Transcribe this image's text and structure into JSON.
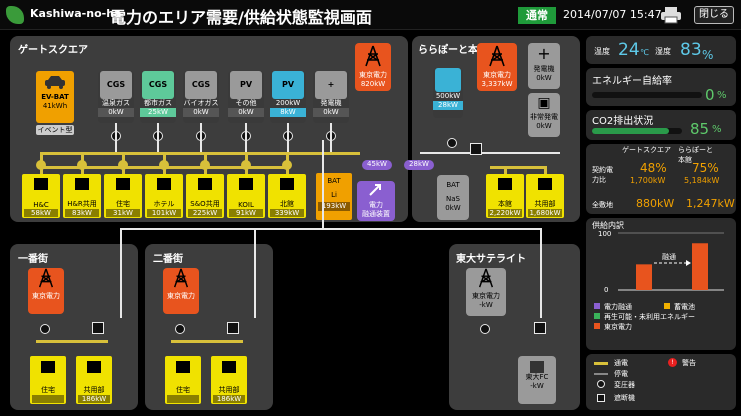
{
  "header": {
    "brand": "Kashiwa-no-ha",
    "title": "電力のエリア需要/供給状態監視画面",
    "status": "通常",
    "datetime": "2014/07/07 15:47",
    "close_label": "閉じる"
  },
  "gate_square": {
    "title": "ゲートスクエア",
    "ev_bat": {
      "label": "EV-BAT",
      "value": "41kWh",
      "event": "イベント型"
    },
    "sources": [
      {
        "label": "温泉ガス",
        "value": "0kW",
        "color": "#9a9a9a",
        "tag": "CGS"
      },
      {
        "label": "都市ガス",
        "value": "25kW",
        "color": "#5ec99a",
        "tag": "CGS"
      },
      {
        "label": "バイオガス",
        "value": "0kW",
        "color": "#9a9a9a",
        "tag": "CGS"
      },
      {
        "label": "その他",
        "value": "0kW",
        "color": "#9a9a9a",
        "tag": "PV"
      },
      {
        "label": "200kW",
        "value": "8kW",
        "color": "#3ab2d6",
        "tag": "PV"
      },
      {
        "label": "発電機",
        "value": "0kW",
        "color": "#9a9a9a",
        "tag": "+"
      }
    ],
    "tepco": {
      "label": "東京電力",
      "value": "820kW"
    },
    "loads": [
      {
        "label": "H&C",
        "value": "58kW"
      },
      {
        "label": "H&R共用",
        "value": "83kW"
      },
      {
        "label": "住宅",
        "value": "31kW"
      },
      {
        "label": "ホテル",
        "value": "101kW"
      },
      {
        "label": "S&O共用",
        "value": "225kW"
      },
      {
        "label": "KOIL",
        "value": "91kW"
      },
      {
        "label": "北館",
        "value": "339kW"
      }
    ],
    "battery": {
      "label": "Li",
      "value": "193kW",
      "tag": "BAT"
    },
    "exchange": {
      "label": "電力\n融通装置",
      "flow_out": "45kW"
    }
  },
  "lalaport": {
    "title": "ららぽーと本館",
    "pv": {
      "label": "500kW",
      "value": "28kW",
      "tag": "PV"
    },
    "tepco": {
      "label": "東京電力",
      "value": "3,337kW"
    },
    "generator": {
      "label": "発電機",
      "value": "0kW"
    },
    "emergency": {
      "label": "非常発電",
      "value": "0kW"
    },
    "flow_in": "28kW",
    "nas": {
      "label": "NaS",
      "value": "0kW",
      "tag": "BAT"
    },
    "loads": [
      {
        "label": "本館",
        "value": "2,220kW"
      },
      {
        "label": "共用部",
        "value": "1,680kW"
      }
    ]
  },
  "ichibangai": {
    "title": "一番街",
    "tepco": "東京電力",
    "loads": [
      {
        "label": "住宅",
        "value": ""
      },
      {
        "label": "共用部",
        "value": "186kW"
      }
    ]
  },
  "nibangai": {
    "title": "二番街",
    "tepco": "東京電力",
    "loads": [
      {
        "label": "住宅",
        "value": ""
      },
      {
        "label": "共用部",
        "value": "186kW"
      }
    ]
  },
  "todai": {
    "title": "東大サテライト",
    "tepco": {
      "label": "東京電力",
      "value": "-kW"
    },
    "fc": {
      "label": "東大FC",
      "value": "-kW"
    }
  },
  "weather": {
    "temp_label": "温度",
    "temp": "24",
    "temp_unit": "℃",
    "hum_label": "湿度",
    "hum": "83",
    "hum_unit": "%"
  },
  "self_sufficiency": {
    "label": "エネルギー自給率",
    "value": "0",
    "unit": "%",
    "fill": 0
  },
  "co2": {
    "label": "CO2排出状況",
    "value": "85",
    "unit": "%",
    "fill": 0.85
  },
  "ratio": {
    "col1": "ゲートスクエア",
    "col2": "ららぽーと本館",
    "row1": "契約電力比",
    "v1": "48%",
    "v1b": "1,700kW",
    "v2": "75%",
    "v2b": "5,184kW",
    "row2": "全敷地",
    "v3": "880kW",
    "v4": "1,247kW"
  },
  "supply": {
    "title": "供給内訳",
    "ytop": "100",
    "ybot": "0",
    "arrow": "融通",
    "bar1": 0.45,
    "bar2": 0.82
  },
  "legend1": [
    {
      "label": "電力融通",
      "color": "#8a5fd0"
    },
    {
      "label": "蓄電池",
      "color": "#f0b000"
    },
    {
      "label": "再生可能・未利用エネルギー",
      "color": "#3ab25a"
    },
    {
      "label": "東京電力",
      "color": "#e8541e"
    }
  ],
  "legend2": {
    "normal": "通電",
    "alarm": "警告",
    "stop": "停電",
    "transformer": "変圧器",
    "breaker": "遮断機"
  },
  "colors": {
    "accent_green": "#5ec96b",
    "tepco": "#e8541e",
    "load": "#f0e200",
    "line": "#d8c03a"
  }
}
